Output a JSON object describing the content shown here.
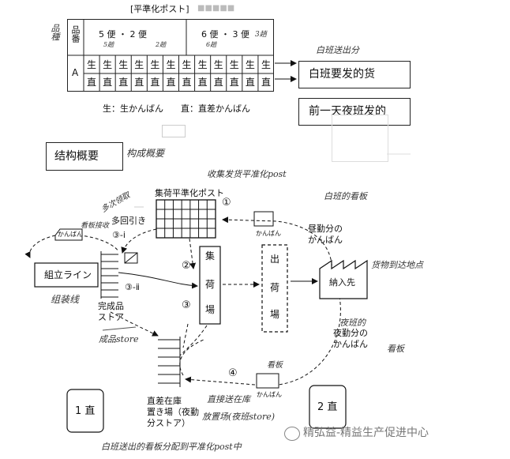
{
  "table": {
    "title": "[平準化ポスト]",
    "row_header_vertical": "品種",
    "col_header": "品番",
    "shift_groups": [
      {
        "label": "5 便 ・ 2 便",
        "sub_left": "5趟",
        "sub_right": "2趟"
      },
      {
        "label": "6 便 ・ 3 便",
        "sub_left": "6趟",
        "sub_right": "3趟"
      }
    ],
    "row_label": "A",
    "row1_cells": [
      "生",
      "生",
      "生",
      "生",
      "生",
      "生",
      "生",
      "生",
      "生",
      "生",
      "生",
      "生"
    ],
    "row2_cells": [
      "直",
      "直",
      "直",
      "直",
      "直",
      "直",
      "直",
      "直",
      "直",
      "直",
      "直",
      "直"
    ]
  },
  "notes_right": {
    "handwritten_top": "白班送出分",
    "day_shift_box": "白班要发的货",
    "night_shift_box": "前一天夜班发的"
  },
  "legend": "生：生かんばん　　直：直差かんばん",
  "diagram": {
    "section_box": "结构概要",
    "section_hand": "构成概要",
    "post_title": "集荷平準化ポスト",
    "post_hand": "收集发货平准化post",
    "multi_hand": "多次领取",
    "multi_label": "多回引き",
    "label_3i": "③-ⅰ",
    "label_3ii": "③-ⅱ",
    "kanban_hand_left": "看板接收",
    "kanban_box_left": "かんばん",
    "assembly_line": "組立ライン",
    "assembly_hand": "组装线",
    "store_label_1": "完成品",
    "store_label_2": "ストア",
    "store_hand": "成品store",
    "shuka_chars": [
      "集",
      "荷",
      "場"
    ],
    "shukka_chars": [
      "出",
      "荷",
      "場"
    ],
    "circle_1": "①",
    "circle_2": "②",
    "circle_3": "③",
    "circle_4": "④",
    "kanban_top": "かんばん",
    "day_kanban_hand": "白班的看板",
    "day_kanban_1": "昼勤分の",
    "day_kanban_2": "かんばん",
    "customer": "納入先",
    "customer_hand": "货物到达地点",
    "night_kanban_1": "夜勤分の",
    "night_kanban_2": "かんばん",
    "night_hand_1": "夜班的",
    "night_hand_2": "看板",
    "kanban_bottom": "かんばん",
    "bottom_hand_kanban": "看板",
    "direct_store_1": "直差在庫",
    "direct_store_2": "置き場（夜勤",
    "direct_store_3": "分ストア）",
    "direct_hand_1": "直接送在库",
    "direct_hand_2": "放置场(夜班store)",
    "bottom_hand": "白班送出的看板分配到平准化post中",
    "shift_1": "1 直",
    "shift_2": "2 直",
    "watermark": "精弘益-精益生产促进中心"
  }
}
